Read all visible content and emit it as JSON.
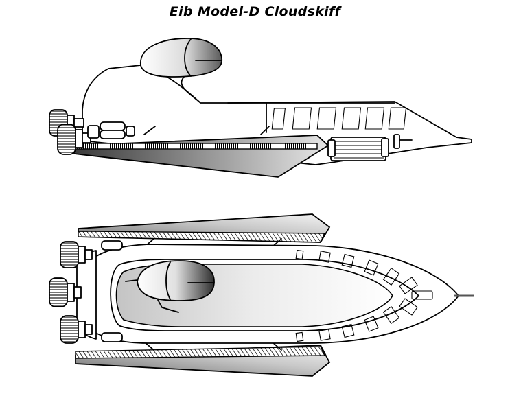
{
  "title": "Eib Model-D Cloudskiff",
  "colors": {
    "line": "#000000",
    "background": "#ffffff",
    "shade": "#8a8a8a"
  },
  "views": [
    {
      "name": "side-view"
    },
    {
      "name": "top-view"
    }
  ]
}
